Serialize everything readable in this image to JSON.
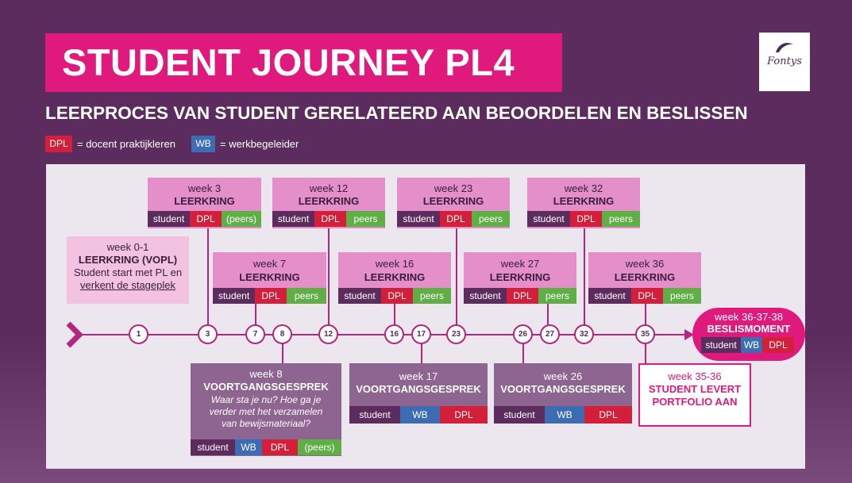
{
  "header": {
    "title": "STUDENT JOURNEY PL4",
    "subtitle": "LEERPROCES VAN STUDENT GERELATEERD AAN BEOORDELEN EN BESLISSEN",
    "logo_text": "Fontys"
  },
  "legend": {
    "dpl_tag": "DPL",
    "dpl_text": "= docent praktijkleren",
    "wb_tag": "WB",
    "wb_text": "= werkbegeleider"
  },
  "colors": {
    "background": "#5c2c5e",
    "accent_magenta": "#e0197d",
    "dpl_red": "#d31f3a",
    "wb_blue": "#3d6cb3",
    "peers_green": "#5fae46"
  },
  "start": {
    "week": "week 0-1",
    "title": "LEERKRING (VOPL)",
    "line1": "Student start met PL en",
    "line2": "verkent de stageplek"
  },
  "leerkring_top": [
    {
      "week": "week 3",
      "title": "LEERKRING",
      "student": "student",
      "dpl": "DPL",
      "peers": "(peers)"
    },
    {
      "week": "week 12",
      "title": "LEERKRING",
      "student": "student",
      "dpl": "DPL",
      "peers": "peers"
    },
    {
      "week": "week 23",
      "title": "LEERKRING",
      "student": "student",
      "dpl": "DPL",
      "peers": "peers"
    },
    {
      "week": "week 32",
      "title": "LEERKRING",
      "student": "student",
      "dpl": "DPL",
      "peers": "peers"
    }
  ],
  "leerkring_mid": [
    {
      "week": "week 7",
      "title": "LEERKRING",
      "student": "student",
      "dpl": "DPL",
      "peers": "peers"
    },
    {
      "week": "week 16",
      "title": "LEERKRING",
      "student": "student",
      "dpl": "DPL",
      "peers": "peers"
    },
    {
      "week": "week 27",
      "title": "LEERKRING",
      "student": "student",
      "dpl": "DPL",
      "peers": "peers"
    },
    {
      "week": "week 36",
      "title": "LEERKRING",
      "student": "student",
      "dpl": "DPL",
      "peers": "peers"
    }
  ],
  "voortgang": [
    {
      "week": "week 8",
      "title": "VOORTGANGSGESPREK",
      "q1": "Waar sta je nu? Hoe ga je",
      "q2": "verder met het verzamelen",
      "q3": "van bewijsmateriaal?",
      "student": "student",
      "wb": "WB",
      "dpl": "DPL",
      "peers": "(peers)"
    },
    {
      "week": "week 17",
      "title": "VOORTGANGSGESPREK",
      "student": "student",
      "wb": "WB",
      "dpl": "DPL"
    },
    {
      "week": "week 26",
      "title": "VOORTGANGSGESPREK",
      "student": "student",
      "wb": "WB",
      "dpl": "DPL"
    }
  ],
  "timeline_weeks": [
    "1",
    "3",
    "7",
    "8",
    "12",
    "16",
    "17",
    "23",
    "26",
    "27",
    "32",
    "35"
  ],
  "final": {
    "week": "week 36-37-38",
    "title": "BESLISMOMENT",
    "student": "student",
    "wb": "WB",
    "dpl": "DPL"
  },
  "portfolio": {
    "week": "week 35-36",
    "line1": "STUDENT LEVERT",
    "line2": "PORTFOLIO AAN"
  }
}
